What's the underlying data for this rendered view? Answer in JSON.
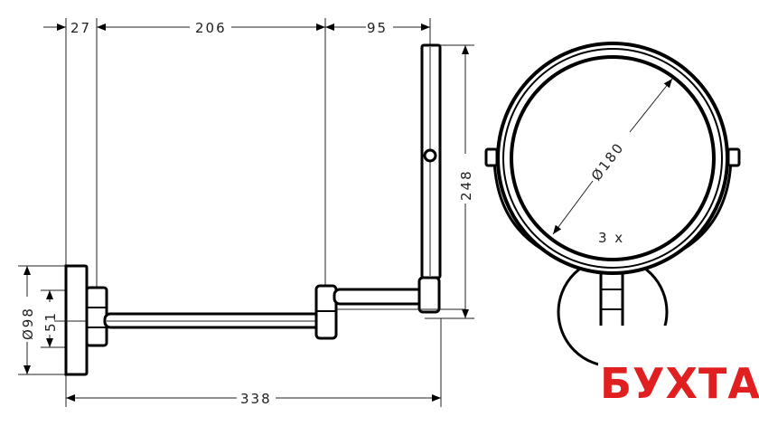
{
  "drawing": {
    "title": "Wall-mounted cosmetic mirror technical drawing",
    "dimensions": {
      "wall_plate_depth": "27",
      "arm_length": "206",
      "mirror_offset": "95",
      "total_projection": "338",
      "mirror_height": "248",
      "wall_plate_diameter": "Ø98",
      "collar_height": "51",
      "mirror_diameter": "Ø180"
    },
    "magnification_label": "3 x"
  },
  "logo": {
    "text": "БУХТА",
    "color": "#e02020"
  }
}
